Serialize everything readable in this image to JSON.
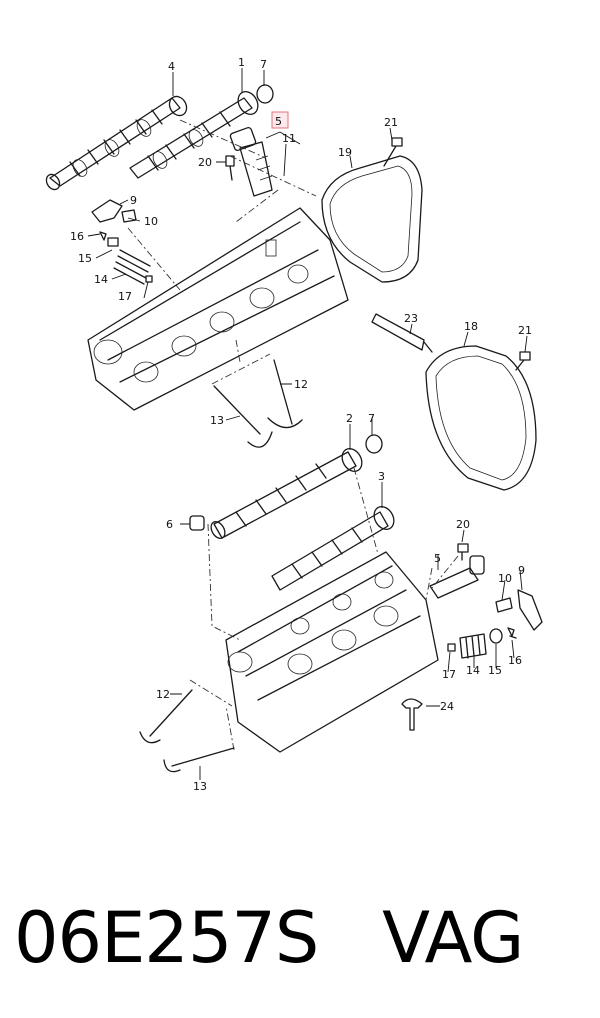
{
  "caption": "06E257S   VAG",
  "highlight_color": "#e0707f",
  "labels": {
    "l1": "1",
    "l2": "2",
    "l3": "3",
    "l4": "4",
    "l5a": "5",
    "l5b": "5",
    "l6": "6",
    "l7a": "7",
    "l7b": "7",
    "l9a": "9",
    "l9b": "9",
    "l10a": "10",
    "l10b": "10",
    "l11": "11",
    "l12a": "12",
    "l12b": "12",
    "l13a": "13",
    "l13b": "13",
    "l14a": "14",
    "l14b": "14",
    "l15a": "15",
    "l15b": "15",
    "l16a": "16",
    "l16b": "16",
    "l17a": "17",
    "l17b": "17",
    "l18": "18",
    "l19": "19",
    "l20a": "20",
    "l20b": "20",
    "l21a": "21",
    "l21b": "21",
    "l23": "23",
    "l24": "24"
  }
}
